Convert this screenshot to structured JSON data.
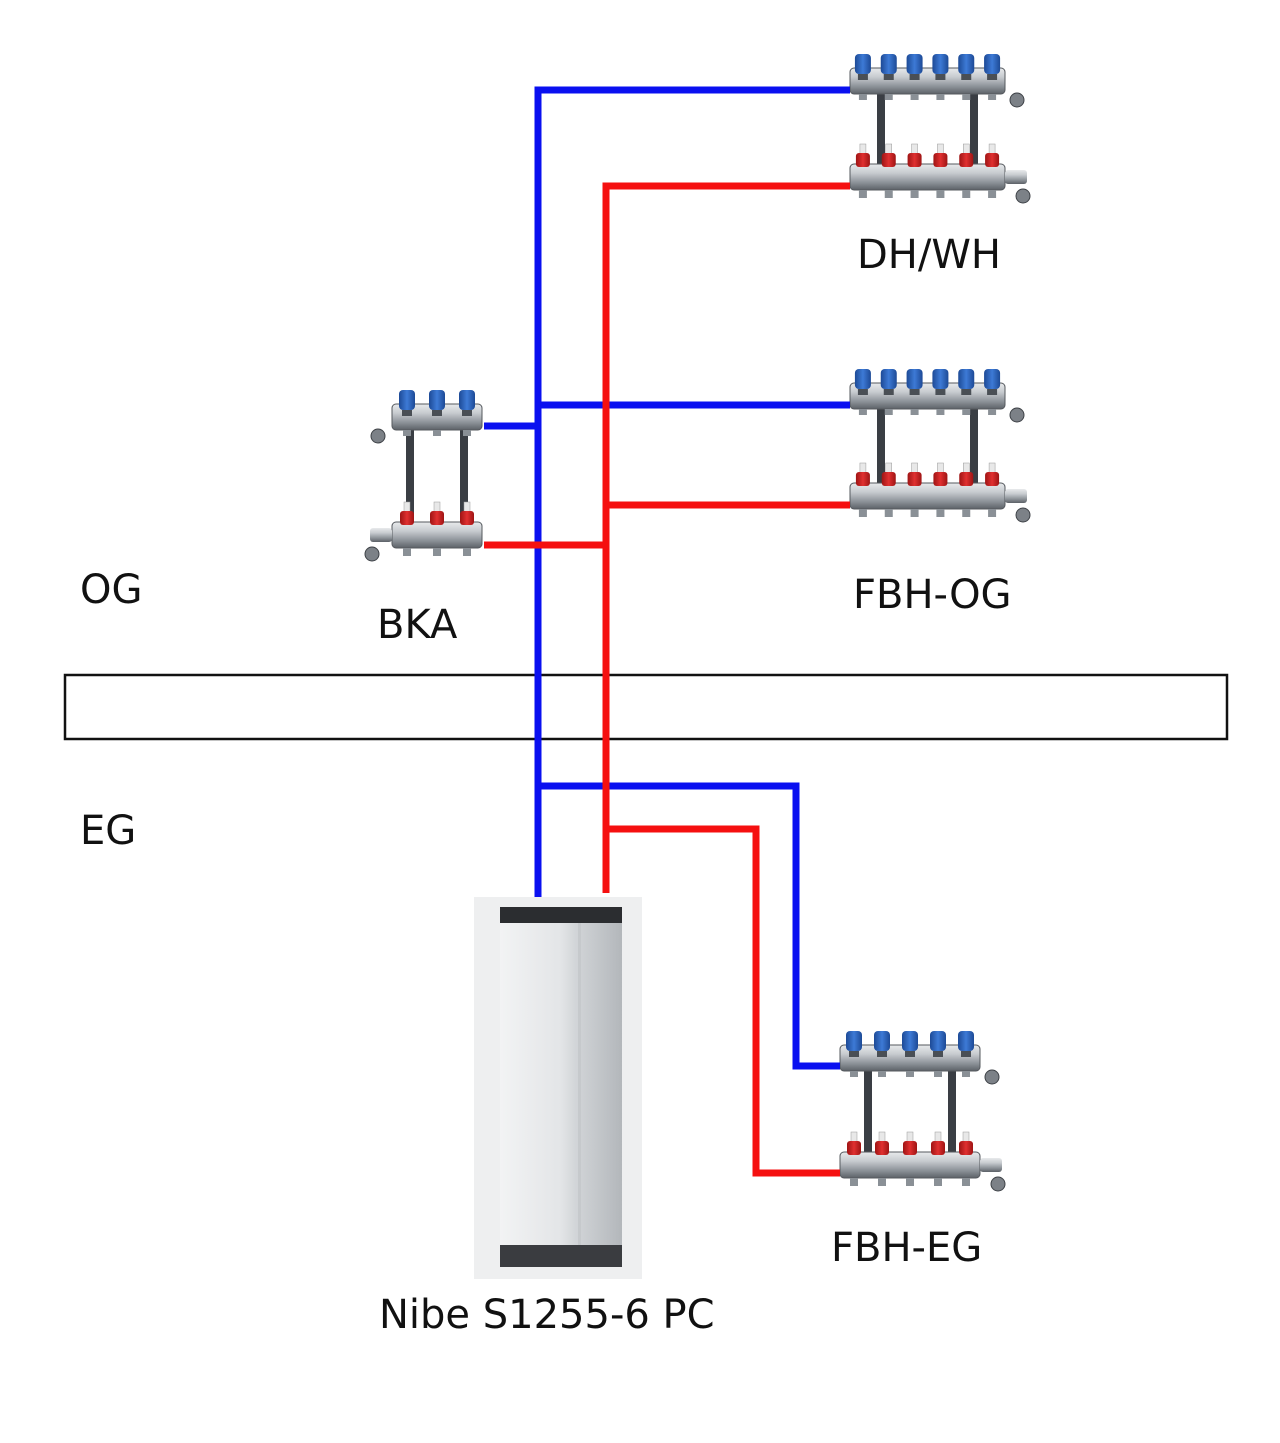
{
  "labels": {
    "dh_wh": "DH/WH",
    "fbh_og": "FBH-OG",
    "bka": "BKA",
    "og": "OG",
    "eg": "EG",
    "fbh_eg": "FBH-EG",
    "heat_pump": "Nibe S1255-6 PC"
  },
  "manifolds": [
    {
      "id": "dh-wh",
      "circuits": 6
    },
    {
      "id": "fbh-og",
      "circuits": 6
    },
    {
      "id": "bka",
      "circuits": 3
    },
    {
      "id": "fbh-eg",
      "circuits": 5
    }
  ],
  "colors": {
    "return_pipe": "#0a10f0",
    "supply_pipe": "#f51010",
    "cap_blue": "#2a5fb8",
    "valve_red": "#d41e1e",
    "manifold_steel": "#9aa0a6",
    "ceiling_slab": "#ffffff",
    "outline": "#111111"
  }
}
